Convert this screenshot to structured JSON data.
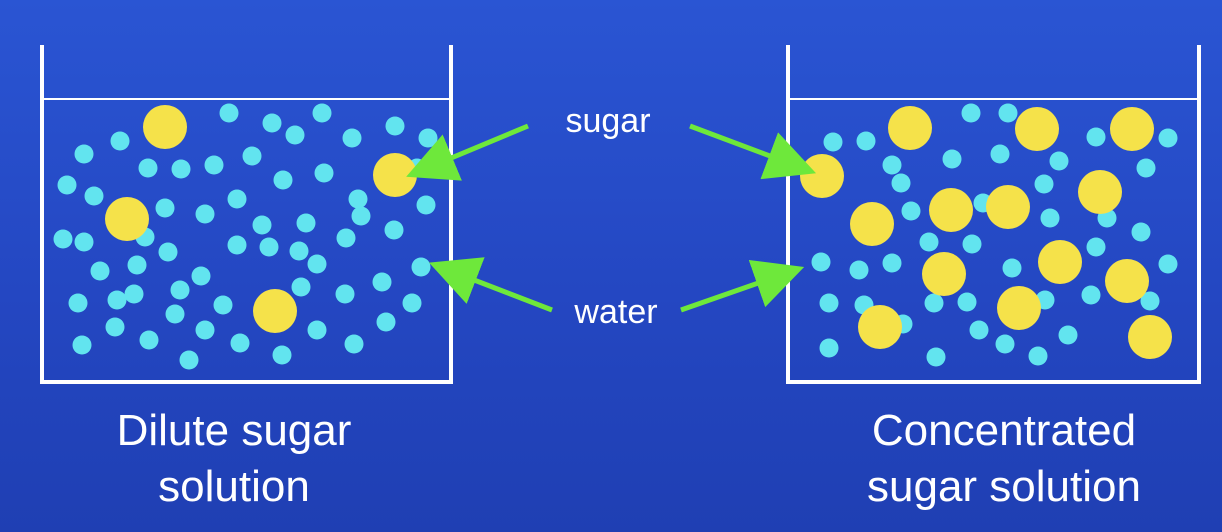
{
  "labels": {
    "sugar": "sugar",
    "water": "water"
  },
  "captions": {
    "dilute": {
      "line1": "Dilute sugar",
      "line2": "solution"
    },
    "concentrated": {
      "line1": "Concentrated",
      "line2": "sugar solution"
    }
  },
  "colors": {
    "background": "#2447c2",
    "container": "#ffffff",
    "sugar": "#f5e24a",
    "water": "#62e4ef",
    "arrow": "#6ee83b",
    "text": "#ffffff"
  }
}
